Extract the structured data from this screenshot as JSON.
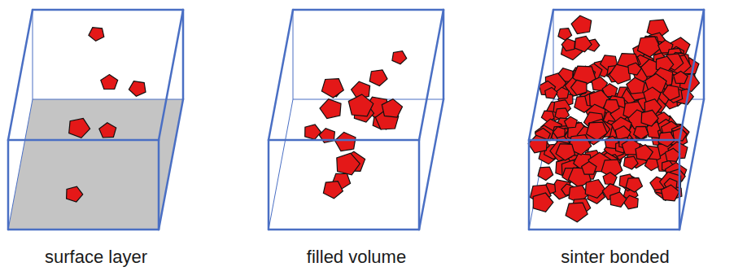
{
  "diagram": {
    "labels": [
      "surface layer",
      "filled volume",
      "sinter bonded"
    ]
  }
}
